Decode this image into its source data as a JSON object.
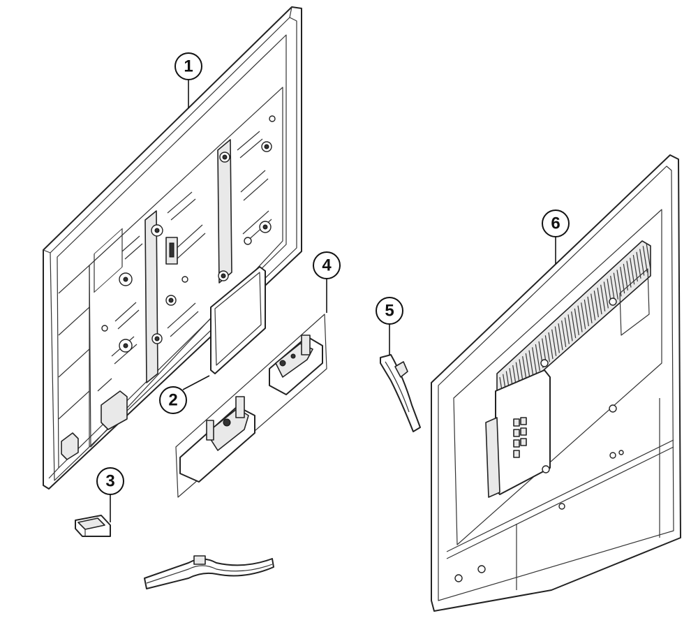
{
  "callouts": [
    {
      "id": "1",
      "label": "1"
    },
    {
      "id": "2",
      "label": "2"
    },
    {
      "id": "3",
      "label": "3"
    },
    {
      "id": "4",
      "label": "4"
    },
    {
      "id": "5",
      "label": "5"
    },
    {
      "id": "6",
      "label": "6"
    }
  ],
  "parts": [
    {
      "callout": "1",
      "icon": "rear-chassis-frame"
    },
    {
      "callout": "2",
      "icon": "cover-plate"
    },
    {
      "callout": "3",
      "icon": "stand-neck-bracket"
    },
    {
      "callout": "4",
      "icon": "stand-bracket-pair"
    },
    {
      "callout": "5",
      "icon": "stand-leg"
    },
    {
      "callout": "6",
      "icon": "back-cover"
    }
  ],
  "colors": {
    "line": "#222222",
    "background": "#ffffff"
  }
}
